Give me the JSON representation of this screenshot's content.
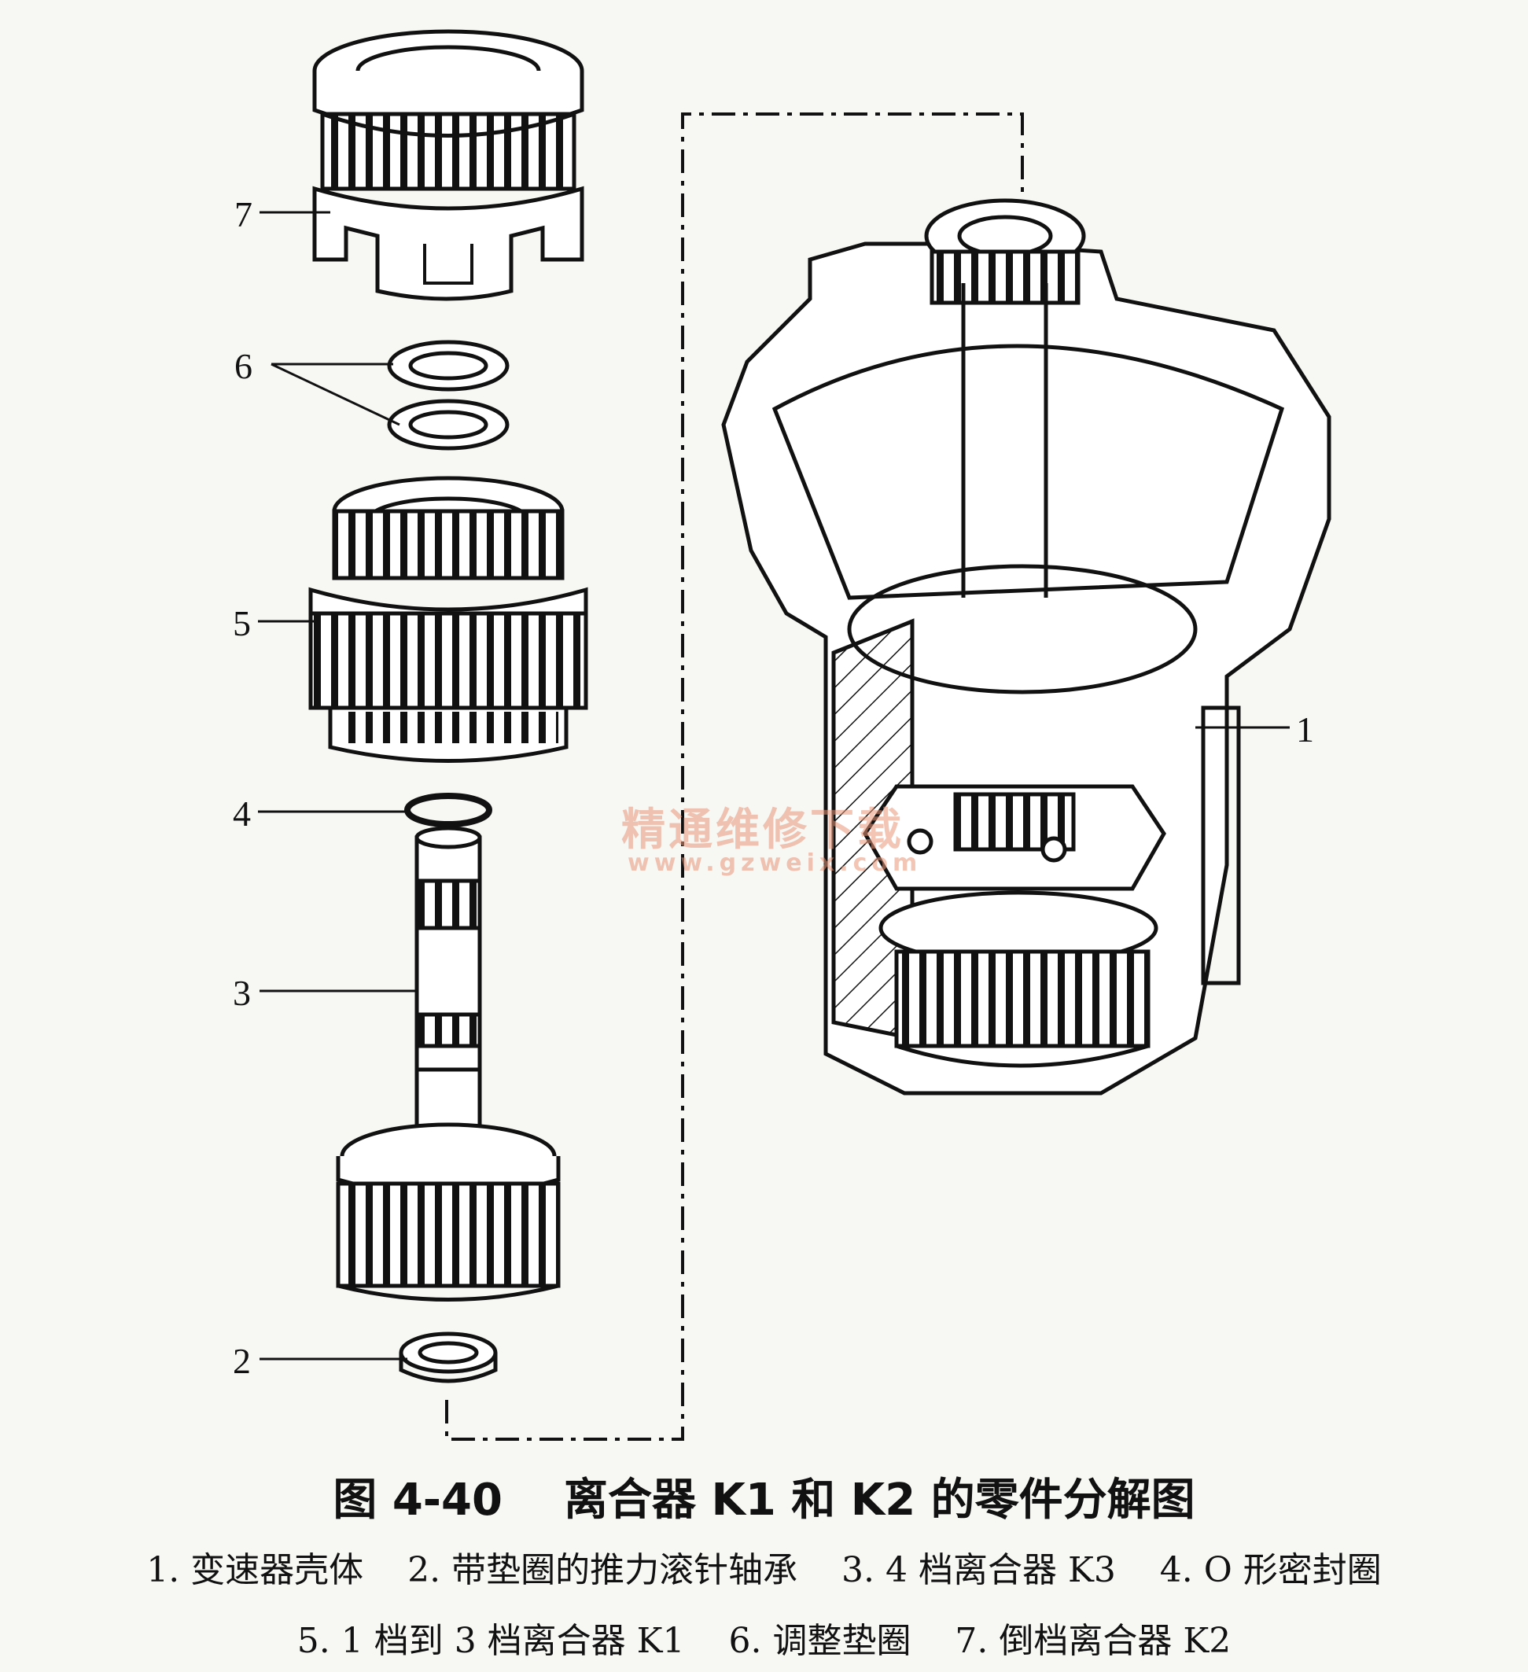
{
  "figure": {
    "number": "图 4-40",
    "title": "离合器 K1 和 K2 的零件分解图"
  },
  "callouts": [
    {
      "id": "7",
      "text": "7"
    },
    {
      "id": "6",
      "text": "6"
    },
    {
      "id": "5",
      "text": "5"
    },
    {
      "id": "4",
      "text": "4"
    },
    {
      "id": "3",
      "text": "3"
    },
    {
      "id": "2",
      "text": "2"
    },
    {
      "id": "1",
      "text": "1"
    }
  ],
  "legend": {
    "line1": "1. 变速器壳体    2. 带垫圈的推力滚针轴承    3. 4 档离合器 K3    4. O 形密封圈",
    "line2": "5. 1 档到 3 档离合器 K1    6. 调整垫圈    7. 倒档离合器 K2"
  },
  "watermark": {
    "text": "精通维修下载",
    "url": "www.gzweix.com"
  }
}
